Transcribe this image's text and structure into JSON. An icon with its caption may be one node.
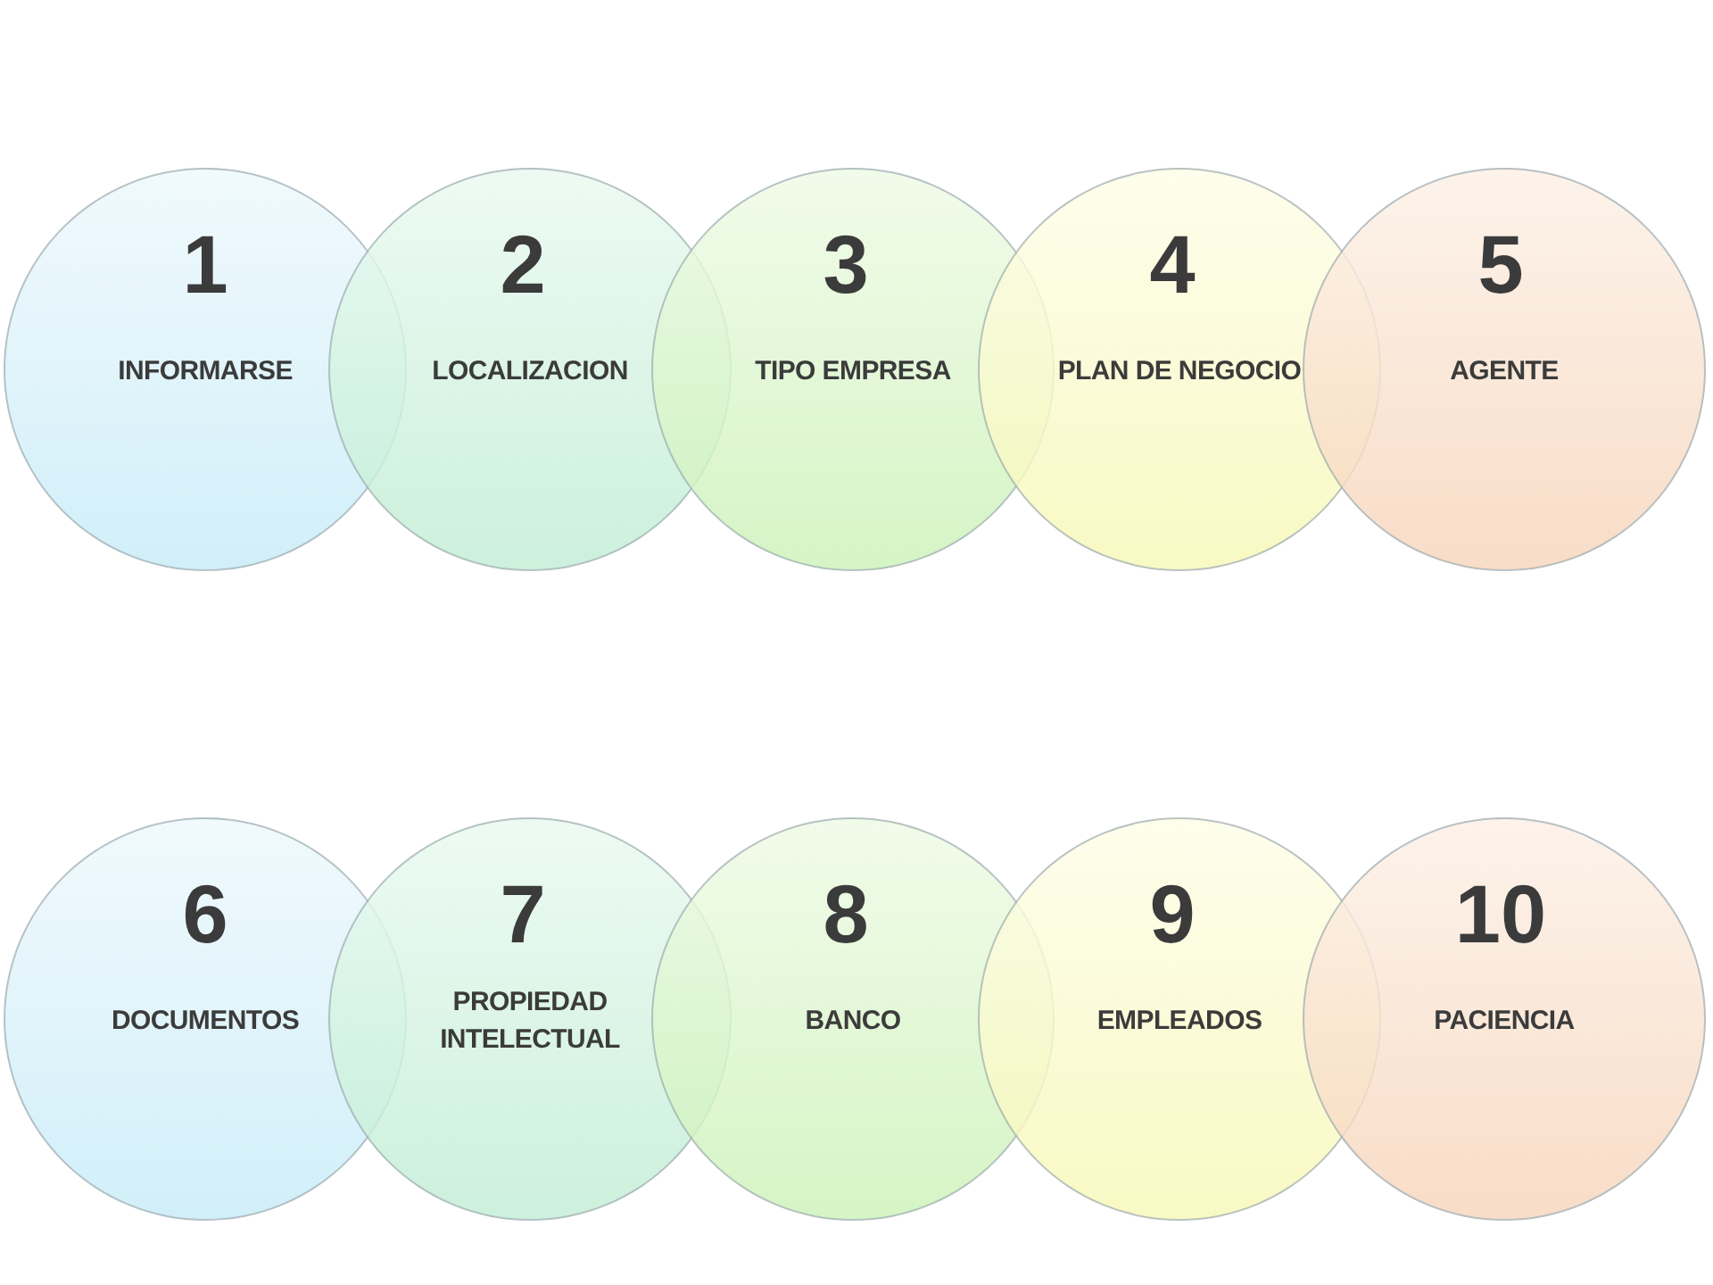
{
  "diagram": {
    "nodes": [
      {
        "text": [
          "1",
          "INFORMARSE"
        ]
      },
      {
        "text": [
          "2",
          "LOCALIZACION"
        ]
      },
      {
        "text": [
          "3",
          "TIPO EMPRESA"
        ]
      },
      {
        "text": [
          "4",
          "PLAN DE NEGOCIO"
        ]
      },
      {
        "text": [
          "5",
          "AGENTE"
        ]
      },
      {
        "text": [
          "6",
          "DOCUMENTOS"
        ]
      },
      {
        "text": [
          "7",
          "PROPIEDAD INTELECTUAL"
        ]
      },
      {
        "text": [
          "8",
          "BANCO"
        ]
      },
      {
        "text": [
          "9",
          "EMPLEADOS"
        ]
      },
      {
        "text": [
          "10",
          "PACIENCIA"
        ]
      }
    ]
  }
}
